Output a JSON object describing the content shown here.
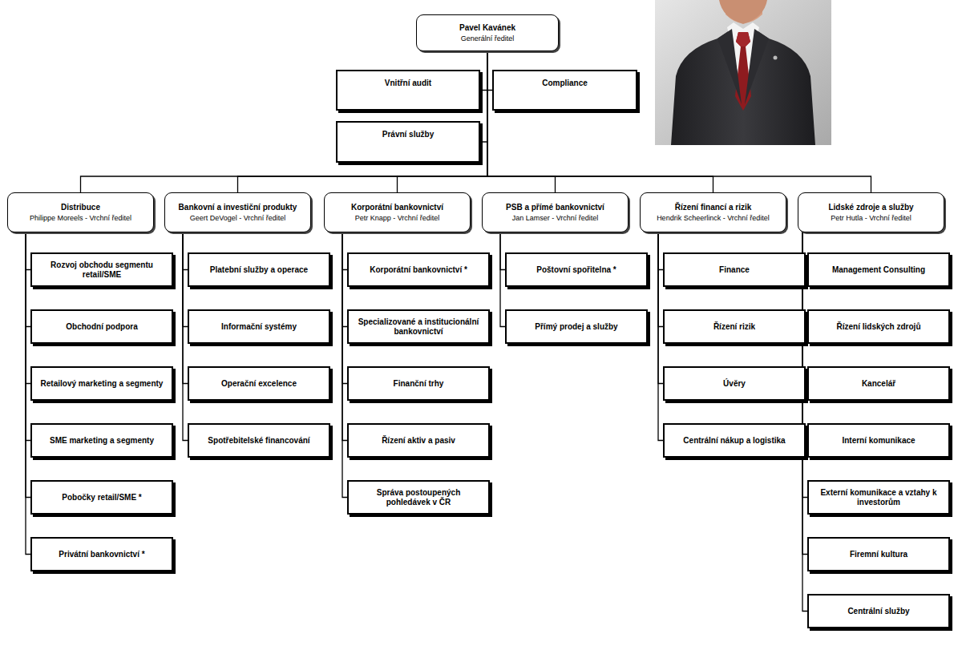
{
  "diagram": {
    "nodes": [
      {
        "text": [
          "Pavel Kavánek",
          "Generální ředitel"
        ]
      },
      {
        "text": [
          "Vnitřní audit"
        ]
      },
      {
        "text": [
          "Compliance"
        ]
      },
      {
        "text": [
          "Právní služby"
        ]
      },
      {
        "text": [
          "Distribuce",
          "Philippe Moreels - Vrchní ředitel"
        ]
      },
      {
        "text": [
          "Rozvoj obchodu segmentu retail/SME"
        ]
      },
      {
        "text": [
          "Obchodní podpora"
        ]
      },
      {
        "text": [
          "Retailový marketing a segmenty"
        ]
      },
      {
        "text": [
          "SME marketing a segmenty"
        ]
      },
      {
        "text": [
          "Pobočky retail/SME *"
        ]
      },
      {
        "text": [
          "Privátní bankovnictví *"
        ]
      },
      {
        "text": [
          "Bankovní a investiční produkty",
          "Geert DeVogel - Vrchní ředitel"
        ]
      },
      {
        "text": [
          "Platební služby a operace"
        ]
      },
      {
        "text": [
          "Informační systémy"
        ]
      },
      {
        "text": [
          "Operační excelence"
        ]
      },
      {
        "text": [
          "Spotřebitelské financování"
        ]
      },
      {
        "text": [
          "Korporátní bankovnictví",
          "Petr Knapp - Vrchní ředitel"
        ]
      },
      {
        "text": [
          "Korporátní bankovnictví *"
        ]
      },
      {
        "text": [
          "Specializované a institucionální bankovnictví"
        ]
      },
      {
        "text": [
          "Finanční trhy"
        ]
      },
      {
        "text": [
          "Řízení aktiv a pasiv"
        ]
      },
      {
        "text": [
          "Správa postoupených pohledávek v ČR"
        ]
      },
      {
        "text": [
          "PSB a přímé bankovnictví",
          "Jan Lamser - Vrchní ředitel"
        ]
      },
      {
        "text": [
          "Poštovní spořitelna *"
        ]
      },
      {
        "text": [
          "Přímý prodej a služby"
        ]
      },
      {
        "text": [
          "Řízení financí a rizik",
          "Hendrik Scheerlinck - Vrchní ředitel"
        ]
      },
      {
        "text": [
          "Finance"
        ]
      },
      {
        "text": [
          "Řízení rizik"
        ]
      },
      {
        "text": [
          "Úvěry"
        ]
      },
      {
        "text": [
          "Centrální nákup a logistika"
        ]
      },
      {
        "text": [
          "Lidské zdroje a služby",
          "Petr Hutla - Vrchní ředitel"
        ]
      },
      {
        "text": [
          "Management Consulting"
        ]
      },
      {
        "text": [
          "Řízení lidských zdrojů"
        ]
      },
      {
        "text": [
          "Kancelář"
        ]
      },
      {
        "text": [
          "Interní komunikace"
        ]
      },
      {
        "text": [
          "Externí komunikace a vztahy k investorům"
        ]
      },
      {
        "text": [
          "Firemní kultura"
        ]
      },
      {
        "text": [
          "Centrální služby"
        ]
      }
    ],
    "edges": [
      {
        "from": 0,
        "to": 1,
        "arrow": "none"
      },
      {
        "from": 0,
        "to": 2,
        "arrow": "none"
      },
      {
        "from": 0,
        "to": 3,
        "arrow": "none"
      },
      {
        "from": 0,
        "to": 4,
        "arrow": "none"
      },
      {
        "from": 0,
        "to": 11,
        "arrow": "none"
      },
      {
        "from": 0,
        "to": 16,
        "arrow": "none"
      },
      {
        "from": 0,
        "to": 22,
        "arrow": "none"
      },
      {
        "from": 0,
        "to": 25,
        "arrow": "none"
      },
      {
        "from": 0,
        "to": 30,
        "arrow": "none"
      },
      {
        "from": 4,
        "to": 5,
        "arrow": "none"
      },
      {
        "from": 4,
        "to": 6,
        "arrow": "none"
      },
      {
        "from": 4,
        "to": 7,
        "arrow": "none"
      },
      {
        "from": 4,
        "to": 8,
        "arrow": "none"
      },
      {
        "from": 4,
        "to": 9,
        "arrow": "none"
      },
      {
        "from": 4,
        "to": 10,
        "arrow": "none"
      },
      {
        "from": 11,
        "to": 12,
        "arrow": "none"
      },
      {
        "from": 11,
        "to": 13,
        "arrow": "none"
      },
      {
        "from": 11,
        "to": 14,
        "arrow": "none"
      },
      {
        "from": 11,
        "to": 15,
        "arrow": "none"
      },
      {
        "from": 16,
        "to": 17,
        "arrow": "none"
      },
      {
        "from": 16,
        "to": 18,
        "arrow": "none"
      },
      {
        "from": 16,
        "to": 19,
        "arrow": "none"
      },
      {
        "from": 16,
        "to": 20,
        "arrow": "none"
      },
      {
        "from": 16,
        "to": 21,
        "arrow": "none"
      },
      {
        "from": 22,
        "to": 23,
        "arrow": "none"
      },
      {
        "from": 22,
        "to": 24,
        "arrow": "none"
      },
      {
        "from": 25,
        "to": 26,
        "arrow": "none"
      },
      {
        "from": 25,
        "to": 27,
        "arrow": "none"
      },
      {
        "from": 25,
        "to": 28,
        "arrow": "none"
      },
      {
        "from": 25,
        "to": 29,
        "arrow": "none"
      },
      {
        "from": 30,
        "to": 31,
        "arrow": "none"
      },
      {
        "from": 30,
        "to": 32,
        "arrow": "none"
      },
      {
        "from": 30,
        "to": 33,
        "arrow": "none"
      },
      {
        "from": 30,
        "to": 34,
        "arrow": "none"
      },
      {
        "from": 30,
        "to": 35,
        "arrow": "none"
      },
      {
        "from": 30,
        "to": 36,
        "arrow": "none"
      },
      {
        "from": 30,
        "to": 37,
        "arrow": "none"
      }
    ]
  }
}
